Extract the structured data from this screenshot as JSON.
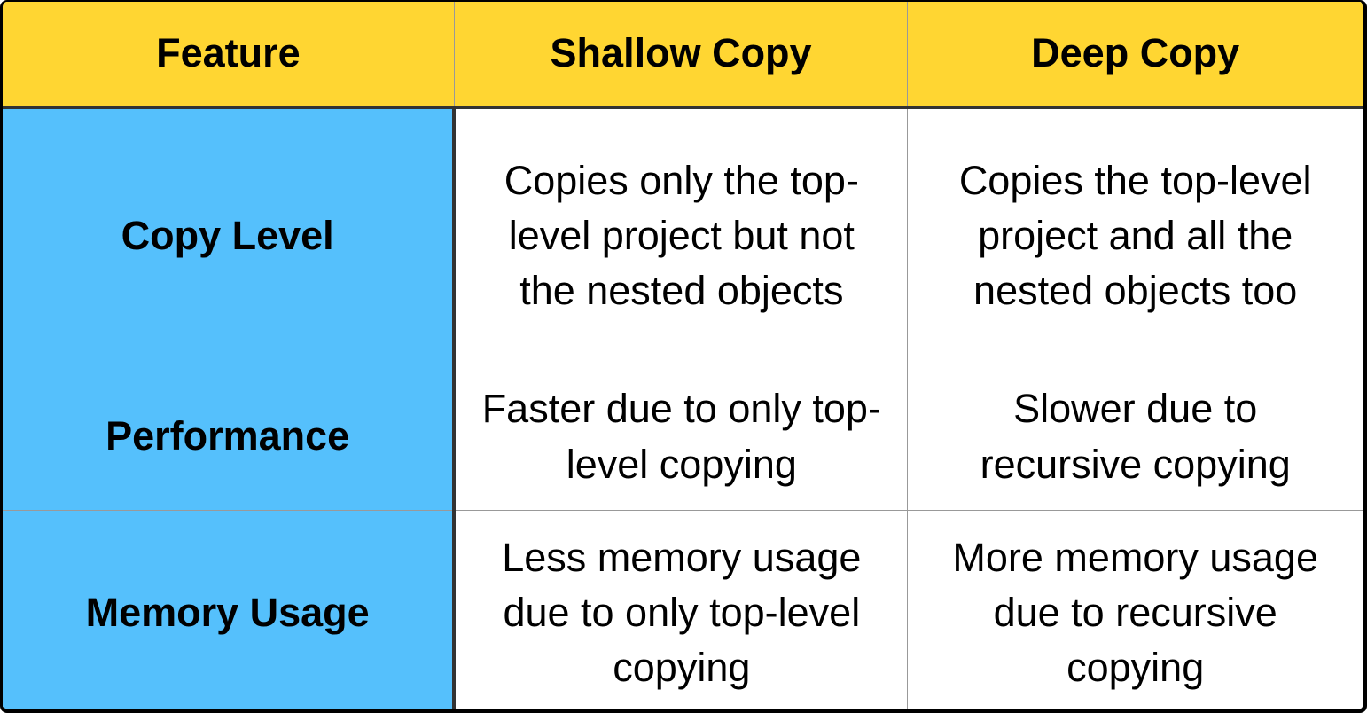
{
  "table": {
    "headers": [
      "Feature",
      "Shallow Copy",
      "Deep Copy"
    ],
    "rows": [
      {
        "feature": "Copy Level",
        "shallow": "Copies only the top-level project but not the nested objects",
        "deep": "Copies the top-level project and all the nested objects too"
      },
      {
        "feature": "Performance",
        "shallow": "Faster due to only top-level copying",
        "deep": "Slower due to recursive copying"
      },
      {
        "feature": "Memory Usage",
        "shallow": "Less memory usage due to only top-level copying",
        "deep": "More memory usage due to recursive copying"
      }
    ],
    "colors": {
      "header_bg": "#FFD632",
      "feature_bg": "#55C0FC",
      "heavy_border": "#333333",
      "light_border": "#999999",
      "outer_border": "#000000",
      "cell_bg": "#FFFFFF",
      "text": "#000000"
    }
  }
}
